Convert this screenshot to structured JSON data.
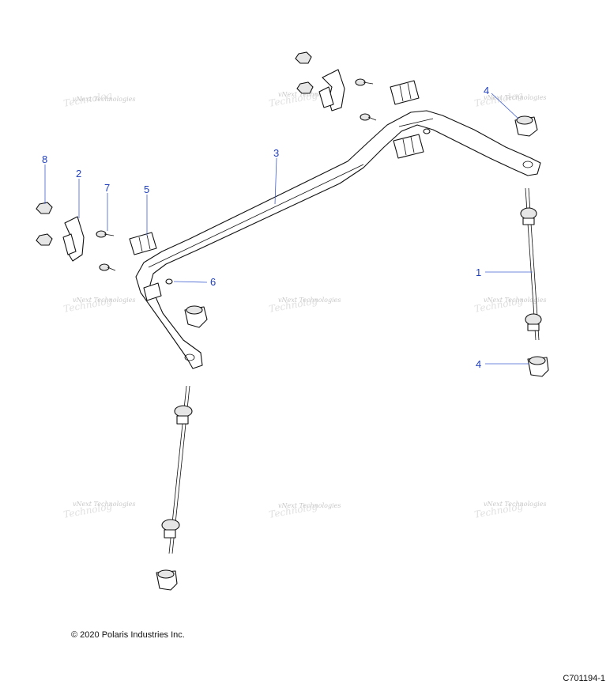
{
  "callouts": {
    "c1": "1",
    "c2": "2",
    "c3": "3",
    "c4a": "4",
    "c4b": "4",
    "c5": "5",
    "c6": "6",
    "c7": "7",
    "c8": "8"
  },
  "watermark": "vNext Technologies",
  "footer": {
    "copyright": "© 2020 Polaris Industries Inc.",
    "drawing_id": "C701194-1"
  },
  "colors": {
    "callout": "#1f3fbf",
    "line": "#111111",
    "watermark": "#c8c8c8"
  }
}
